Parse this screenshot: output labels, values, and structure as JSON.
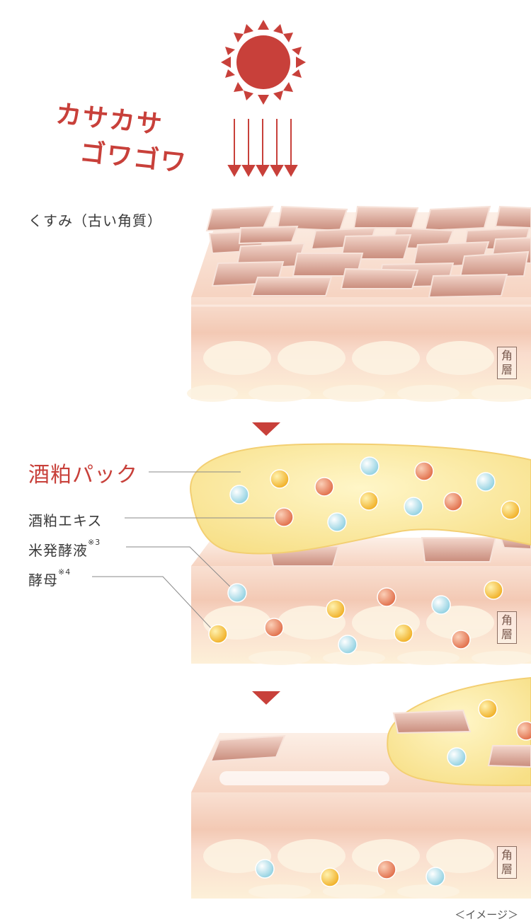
{
  "heading": {
    "line1": "カサカサ",
    "line2": "ゴワゴワ"
  },
  "section1": {
    "label": "くすみ（古い角質）",
    "badge": "角\n層"
  },
  "section2": {
    "pack_label": "酒粕パック",
    "items": [
      {
        "label": "酒粕エキス",
        "note": ""
      },
      {
        "label": "米発酵液",
        "note": "※3"
      },
      {
        "label": "酵母",
        "note": "※4"
      }
    ],
    "badge": "角\n層"
  },
  "section3": {
    "badge": "角\n層"
  },
  "footer": {
    "caption": "＜イメージ＞"
  },
  "colors": {
    "accent": "#c8403a",
    "skin": "#f6d8c8",
    "flake": "#d9a596",
    "pack": "#fbeaa0",
    "dot_blue": "#a9dbe8",
    "dot_orange": "#e8845f",
    "dot_yellow": "#f6c13a"
  }
}
